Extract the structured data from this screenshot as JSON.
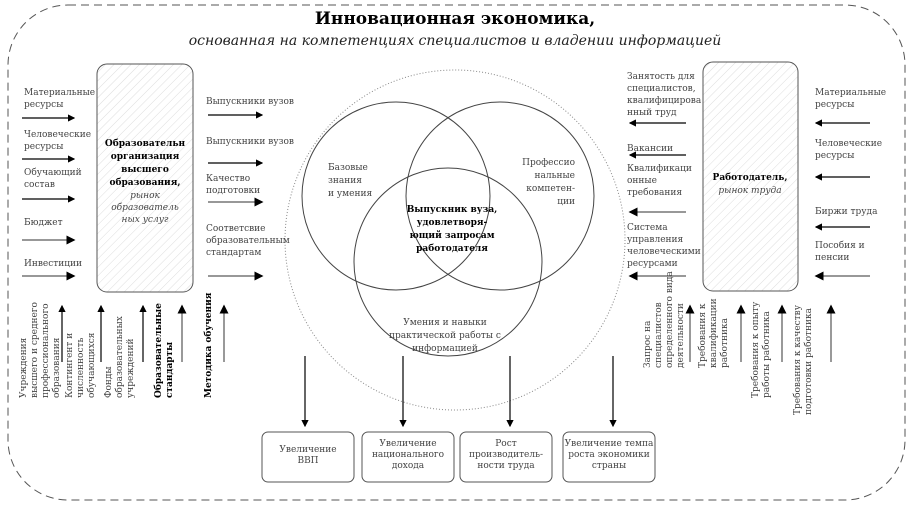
{
  "title": "Инновационная экономика,",
  "subtitle": "основанная на компетенциях специалистов и владении информацией",
  "university": {
    "lines": [
      "Образовательн",
      "организация",
      "высшего",
      "образования,"
    ],
    "italic": [
      "рынок",
      "образователь",
      "ных услуг"
    ]
  },
  "employer": {
    "bold": "Работодатель,",
    "italic": "рынок труда"
  },
  "left_inputs": [
    [
      "Материальные",
      "ресурсы"
    ],
    [
      "Человеческие",
      "ресурсы"
    ],
    [
      "Обучающий",
      "состав"
    ],
    [
      "Бюджет"
    ],
    [
      "Инвестиции"
    ]
  ],
  "left_outputs": [
    [
      "Выпускники вузов"
    ],
    [
      "Выпускники вузов"
    ],
    [
      "Качество",
      "подготовки"
    ],
    [
      "Соответсвие",
      "образовательным",
      "стандартам"
    ]
  ],
  "right_outputs": [
    [
      "Занятость для",
      "специалистов,",
      "квалифицирова",
      "нный труд"
    ],
    [
      "Вакансии"
    ],
    [
      "Квалификаци",
      "онные",
      "требования"
    ],
    [
      "Система",
      "управления",
      "человеческими",
      "ресурсами"
    ]
  ],
  "right_inputs": [
    [
      "Материальные",
      "ресурсы"
    ],
    [
      "Человеческие",
      "ресурсы"
    ],
    [
      "Биржи труда"
    ],
    [
      "Пособия и",
      "пенсии"
    ]
  ],
  "left_bottom": [
    [
      "Учреждения",
      "высшего и среднего",
      "профессионального",
      "образования"
    ],
    [
      "Контингент и",
      "численность",
      "обучающихся"
    ],
    [
      "Фонды",
      "образовательных",
      "учреждений"
    ],
    [
      "Образовательные",
      "стандарты"
    ],
    [
      "Методика обучения"
    ]
  ],
  "right_bottom": [
    [
      "Запрос на",
      "специалистов",
      "определенного вида",
      "деятельности"
    ],
    [
      "Требования к",
      "квалификации",
      "работника"
    ],
    [
      "Требования к опыту",
      "работы работника"
    ],
    [
      "Требования к качеству",
      "подготовки работника"
    ]
  ],
  "venn": {
    "left": [
      "Базовые",
      "знания",
      "и умения"
    ],
    "right": [
      "Профессио",
      "нальные",
      "компетен-",
      "ции"
    ],
    "center": [
      "Выпускник вуза,",
      "удовлетворя-",
      "ющий запросам",
      "работодателя"
    ],
    "bottom": [
      "Умения и навыки",
      "практической работы с",
      "информацией"
    ]
  },
  "outcomes": [
    [
      "Увеличение",
      "ВВП"
    ],
    [
      "Увеличение",
      "национального",
      "дохода"
    ],
    [
      "Рост",
      "производитель-",
      "ности труда"
    ],
    [
      "Увеличение темпа",
      "роста экономики",
      "страны"
    ]
  ]
}
